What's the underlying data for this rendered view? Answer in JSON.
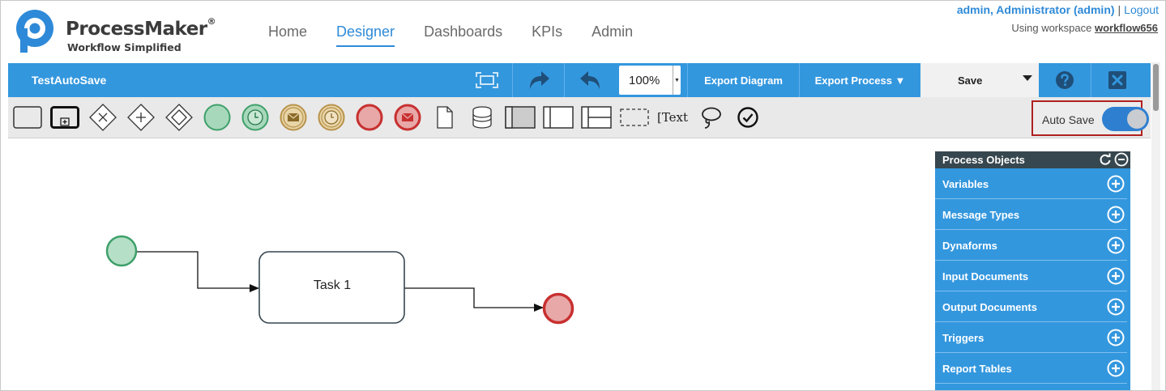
{
  "brand": {
    "name": "ProcessMaker",
    "mark": "®",
    "tagline": "Workflow Simplified"
  },
  "topnav": {
    "items": [
      {
        "label": "Home",
        "active": false
      },
      {
        "label": "Designer",
        "active": true
      },
      {
        "label": "Dashboards",
        "active": false
      },
      {
        "label": "KPIs",
        "active": false
      },
      {
        "label": "Admin",
        "active": false
      }
    ]
  },
  "user": {
    "name": "admin, Administrator (admin)",
    "separator": "|",
    "logout": "Logout",
    "workspace_prefix": "Using workspace",
    "workspace": "workflow656"
  },
  "toolbar": {
    "process_title": "TestAutoSave",
    "zoom": "100%",
    "export_diagram": "Export Diagram",
    "export_process": "Export Process ▼",
    "save": "Save"
  },
  "shapes": {
    "text_tool": "Text",
    "autosave_label": "Auto Save",
    "autosave_on": true
  },
  "diagram": {
    "task_label": "Task 1"
  },
  "process_objects": {
    "title": "Process Objects",
    "items": [
      "Variables",
      "Message Types",
      "Dynaforms",
      "Input Documents",
      "Output Documents",
      "Triggers",
      "Report Tables"
    ]
  },
  "colors": {
    "accent": "#3397de",
    "panel_header": "#37474f",
    "start_event": "#b5dfc6",
    "end_event": "#e8a8a8",
    "highlight": "#b02020"
  }
}
